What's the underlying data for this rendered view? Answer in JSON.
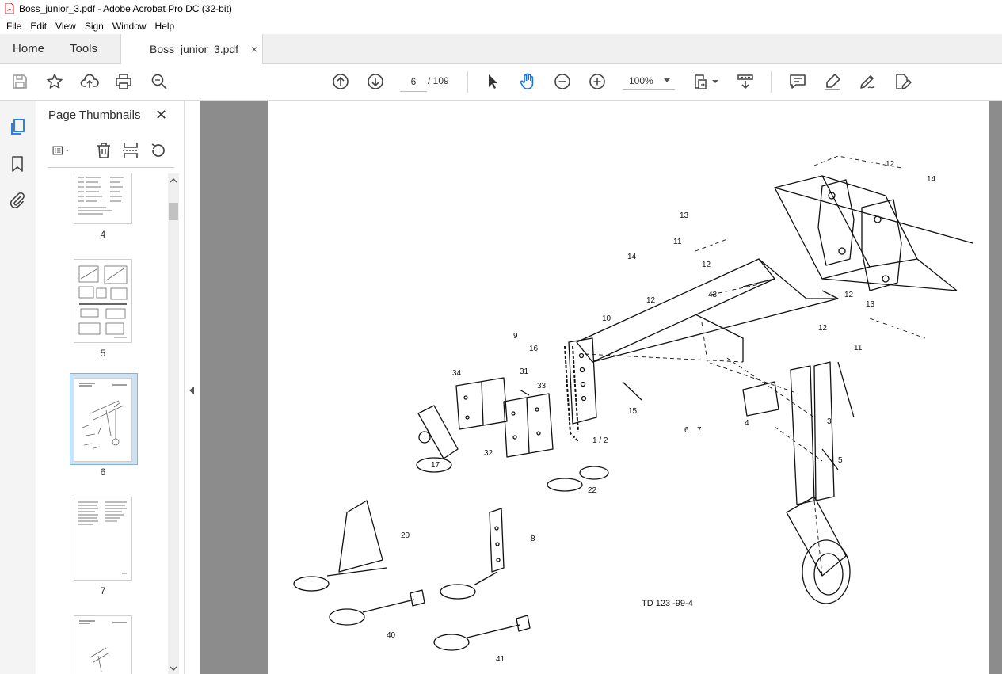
{
  "window": {
    "title": "Boss_junior_3.pdf - Adobe Acrobat Pro DC (32-bit)"
  },
  "menu": [
    "File",
    "Edit",
    "View",
    "Sign",
    "Window",
    "Help"
  ],
  "tabs": {
    "home": "Home",
    "tools": "Tools",
    "document": "Boss_junior_3.pdf",
    "close": "×"
  },
  "toolbar": {
    "page_current": "6",
    "page_total": "/ 109",
    "zoom": "100%",
    "icons": [
      "save-icon",
      "bookmark-star-icon",
      "upload-icon",
      "print-icon",
      "search-zoom-icon",
      "prev-page-icon",
      "next-page-icon",
      "select-arrow-icon",
      "hand-tool-icon",
      "zoom-out-icon",
      "zoom-in-icon",
      "fit-page-icon",
      "scroll-mode-icon",
      "comment-icon",
      "highlight-icon",
      "sign-icon",
      "edit-pdf-icon"
    ]
  },
  "sidebar": {
    "title": "Page Thumbnails",
    "close": "✕",
    "thumbnails": [
      {
        "page": "4"
      },
      {
        "page": "5"
      },
      {
        "page": "6",
        "selected": true
      },
      {
        "page": "7"
      }
    ]
  },
  "document": {
    "caption": "TD 123 -99-4",
    "part_labels": [
      "12",
      "14",
      "13",
      "11",
      "12",
      "14",
      "43",
      "12",
      "12",
      "13",
      "12",
      "11",
      "10",
      "9",
      "16",
      "15",
      "34",
      "31",
      "33",
      "6",
      "7",
      "4",
      "3",
      "5",
      "1 / 2",
      "32",
      "17",
      "22",
      "20",
      "8",
      "40",
      "41"
    ]
  },
  "colors": {
    "accent": "#1473e6",
    "selection": "#cde3f4",
    "canvas": "#8c8c8c"
  }
}
